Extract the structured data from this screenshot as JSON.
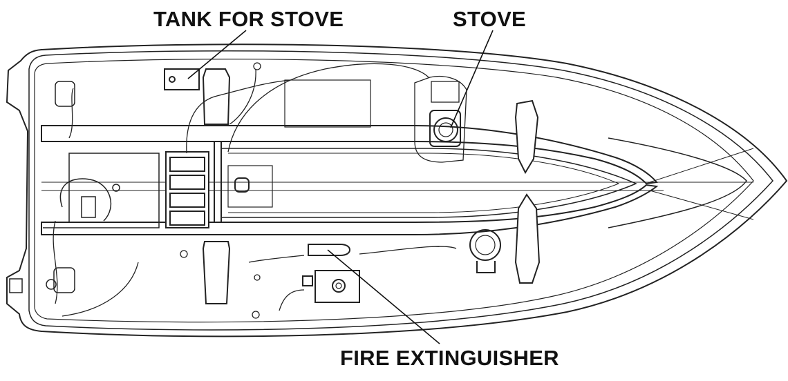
{
  "labels": {
    "tank_for_stove": "TANK FOR STOVE",
    "stove": "STOVE",
    "fire_extinguisher": "FIRE EXTINGUISHER"
  },
  "colors": {
    "line": "#222222",
    "background": "#ffffff"
  }
}
